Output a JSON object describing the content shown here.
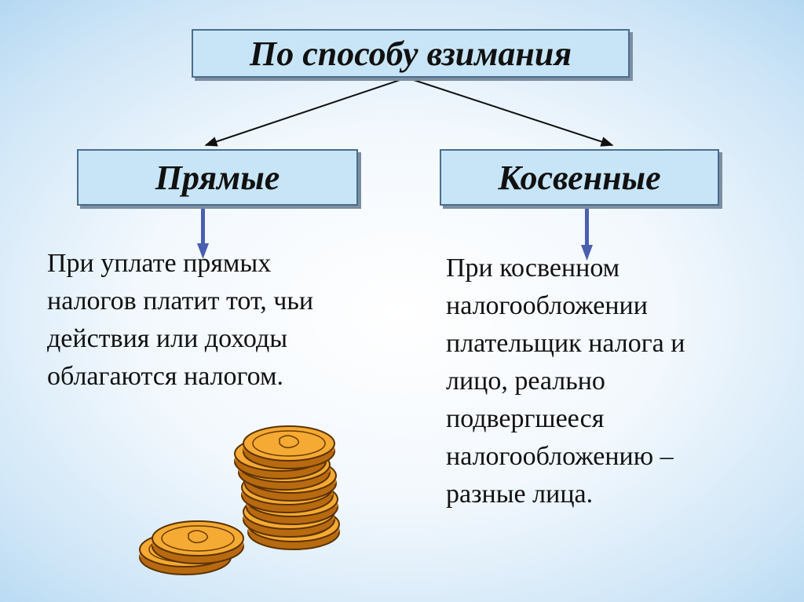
{
  "header": {
    "title": "По способу взимания"
  },
  "branches": [
    {
      "label": "Прямые",
      "description": [
        "При уплате прямых",
        "налогов платит тот, чьи",
        "действия или доходы",
        "облагаются налогом."
      ]
    },
    {
      "label": "Косвенные",
      "description": [
        "При косвенном",
        "налогообложении",
        "плательщик налога и",
        "лицо, реально",
        "подвергшееся",
        "налогообложению –",
        "разные лица."
      ]
    }
  ],
  "colors": {
    "box_fill": "#c7e5f6",
    "box_border": "#4a6d8f",
    "arrow_blue": "#4a5fb0",
    "coin_gold": "#f2a52f"
  },
  "icons": [
    "coin-stack-icon"
  ]
}
